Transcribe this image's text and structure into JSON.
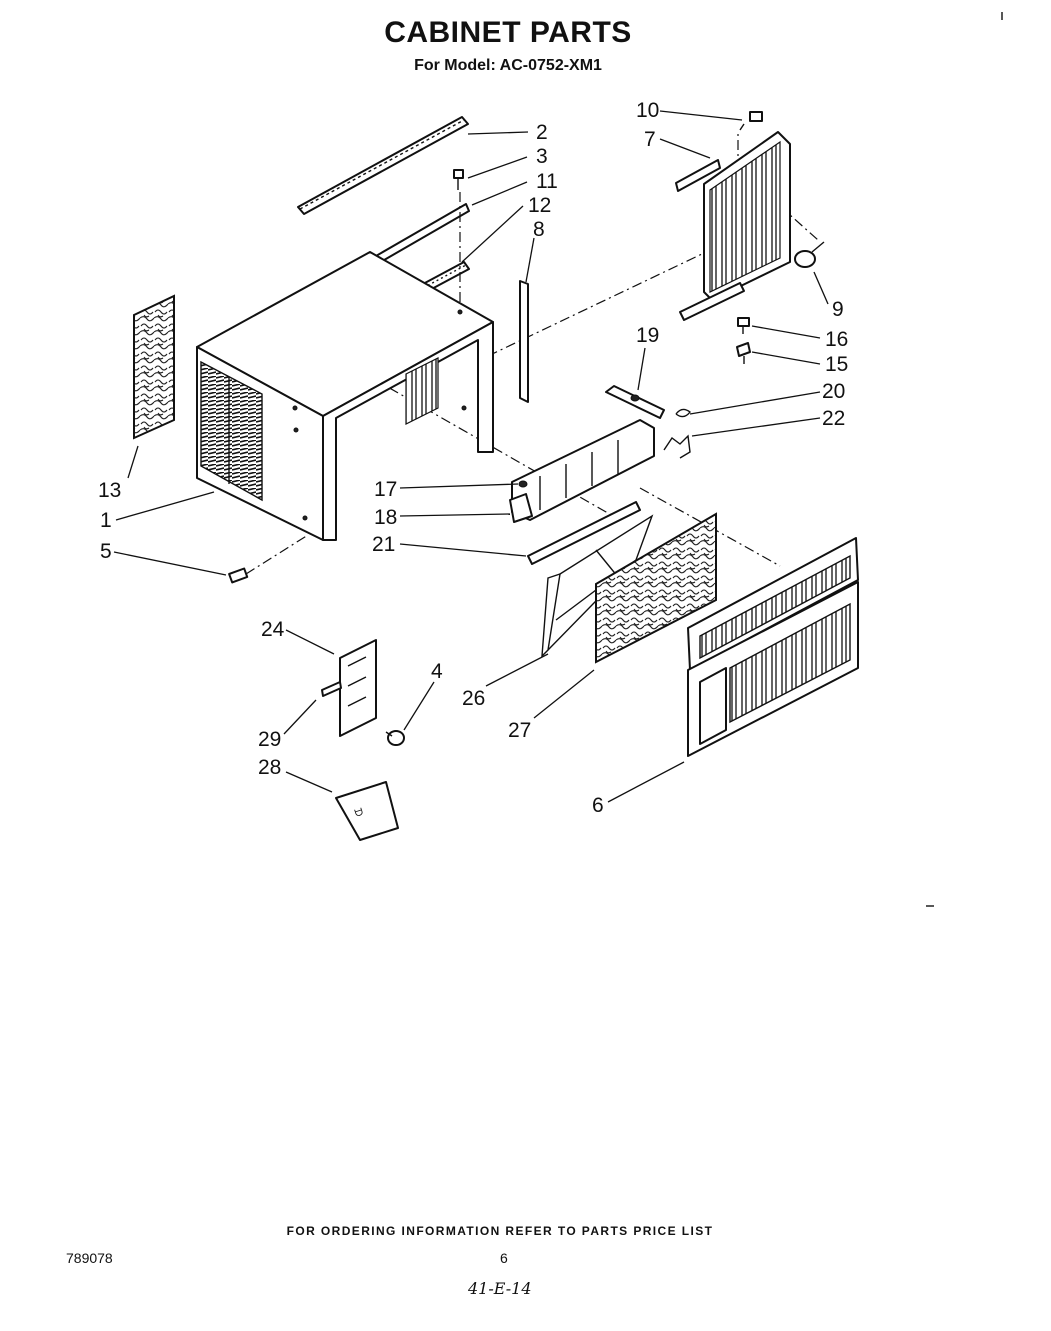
{
  "header": {
    "title": "CABINET PARTS",
    "subtitle": "For Model: AC-0752-XM1"
  },
  "callouts": [
    "1",
    "2",
    "3",
    "4",
    "5",
    "6",
    "7",
    "8",
    "9",
    "10",
    "11",
    "12",
    "13",
    "15",
    "16",
    "17",
    "18",
    "19",
    "20",
    "21",
    "22",
    "24",
    "26",
    "27",
    "28",
    "29"
  ],
  "footer": {
    "ordering_note": "FOR ORDERING INFORMATION REFER TO PARTS PRICE LIST",
    "doc_number": "789078",
    "page_number": "6",
    "handwritten_note": "41-E-14"
  }
}
